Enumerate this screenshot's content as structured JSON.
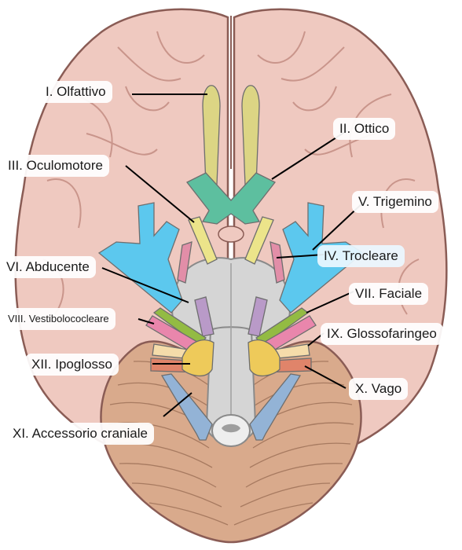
{
  "labels": {
    "olfactory": "I. Olfattivo",
    "optic": "II. Ottico",
    "oculomotor": "III. Oculomotore",
    "trigeminal": "V. Trigemino",
    "trochlear": "IV. Trocleare",
    "abducens": "VI. Abducente",
    "facial": "VII. Faciale",
    "vestibulocochlear": "VIII. Vestibolococleare",
    "glossopharyngeal": "IX. Glossofaringeo",
    "hypoglossal": "XII. Ipoglosso",
    "vagus": "X. Vago",
    "accessory": "XI. Accessorio craniale"
  },
  "colors": {
    "cortex": "#efc9c0",
    "cortex_outline": "#8a5c55",
    "cerebellum": "#d9aa8c",
    "brainstem": "#d5d5d5",
    "olfactory": "#dcd584",
    "optic": "#5dbf9f",
    "oculomotor": "#ece48a",
    "trochlear": "#e28ea8",
    "trigeminal": "#5cc8ee",
    "abducens": "#b99ac8",
    "facial": "#93bb43",
    "vestibulocochlear": "#e986ac",
    "glossopharyngeal": "#f5dcaa",
    "vagus": "#e0846a",
    "accessory": "#93b3d6",
    "hypoglossal": "#eeca5a"
  }
}
